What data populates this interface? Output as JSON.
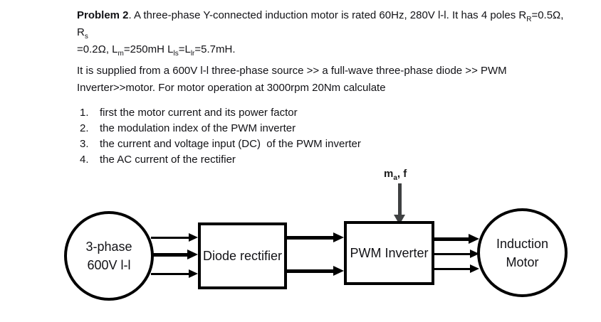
{
  "colors": {
    "background": "#ffffff",
    "text": "#121216",
    "diagram_stroke": "#000000",
    "control_arrow": "#3f4142"
  },
  "statement": {
    "para1_line1": [
      {
        "t": "Problem 2",
        "b": true
      },
      {
        "t": ". A three-phase Y-connected induction motor is rated 60Hz, 280V l-l. It has 4 poles R"
      },
      {
        "t": "R",
        "sub": true
      },
      {
        "t": "=0.5Ω, R"
      },
      {
        "t": "s",
        "sub": true
      }
    ],
    "para1_line2": [
      {
        "t": "=0.2Ω, L"
      },
      {
        "t": "m",
        "sub": true
      },
      {
        "t": "=250mH L"
      },
      {
        "t": "ls",
        "sub": true
      },
      {
        "t": "=L"
      },
      {
        "t": "lr",
        "sub": true
      },
      {
        "t": "=5.7mH."
      }
    ],
    "para2_line1": "It is supplied from a 600V l-l three-phase source >> a full-wave three-phase diode >> PWM",
    "para2_line2": "Inverter>>motor. For motor operation at 3000rpm 20Nm calculate",
    "list": [
      {
        "num": "1.",
        "text": "first the motor current and its power factor"
      },
      {
        "num": "2.",
        "text": "the modulation index of the PWM inverter"
      },
      {
        "num": "3.",
        "text": "the current and voltage input (DC)  of the PWM inverter"
      },
      {
        "num": "4.",
        "text": "the AC current of the rectifier"
      }
    ]
  },
  "diagram": {
    "control_label": [
      {
        "t": "m",
        "b": true
      },
      {
        "t": "a",
        "sub": true,
        "b": true
      },
      {
        "t": ", f",
        "b": true
      }
    ],
    "source": {
      "line1": "3-phase",
      "line2": "600V l-l"
    },
    "rectifier_label": "Diode rectifier",
    "inverter_label": "PWM Inverter",
    "motor": {
      "line1": "Induction",
      "line2": "Motor"
    }
  }
}
